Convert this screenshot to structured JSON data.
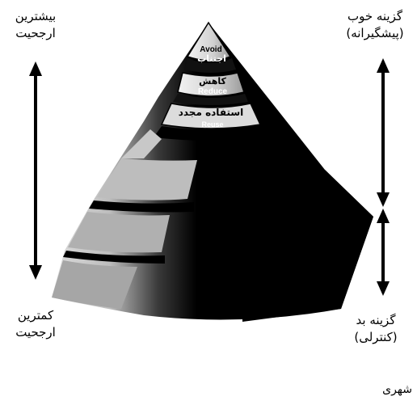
{
  "left_labels": {
    "top": [
      "بیشترین",
      "ارجحیت"
    ],
    "bottom": [
      "کمترین",
      "ارجحیت"
    ]
  },
  "right_labels": {
    "top": [
      "گزینه خوب",
      "(پیشگیرانه)"
    ],
    "bottom": [
      "گزینه بد",
      "(کنترلی)"
    ]
  },
  "tiers": [
    {
      "fa": "اجتناب",
      "en": "Avoid"
    },
    {
      "fa": "کاهش",
      "en": "Reduce"
    },
    {
      "fa": "استفاده مجدد",
      "en": "Reuse"
    }
  ],
  "footer_text": "شهری",
  "colors": {
    "ink": "#000000",
    "pyramid_light": "#e6e6e6",
    "pyramid_dark": "#000000",
    "background": "#ffffff"
  }
}
